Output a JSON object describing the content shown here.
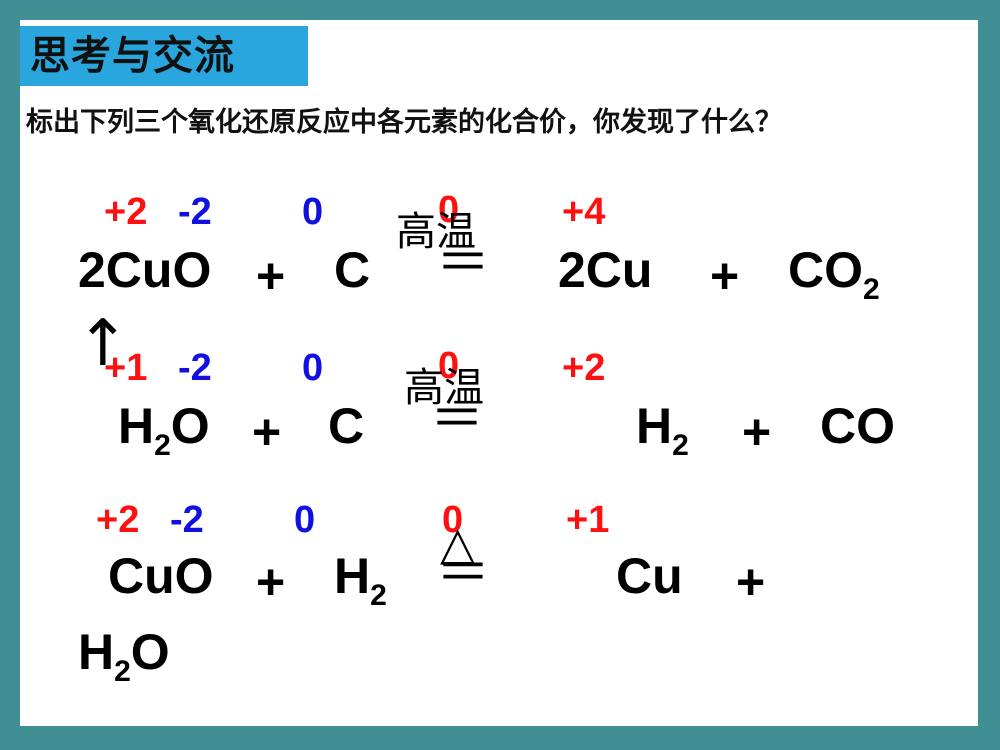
{
  "title": "思考与交流",
  "question": "标出下列三个氧化还原反应中各元素的化合价，你发现了什么？",
  "reactions": [
    {
      "valences": {
        "cu": "+2",
        "o": "-2",
        "c": "0",
        "product_cu": "0",
        "product_c": "+4"
      },
      "reactant1": "2CuO",
      "plus1": "+",
      "reactant2": "C",
      "condition": "高温",
      "equals": "＝",
      "product1": "2Cu",
      "plus2": "+",
      "product2_base": "CO",
      "product2_sub": "2",
      "gas_arrow": "↑"
    },
    {
      "valences": {
        "h": "+1",
        "o": "-2",
        "c": "0",
        "product_h": "0",
        "product_c": "+2"
      },
      "reactant1_base": "H",
      "reactant1_sub": "2",
      "reactant1_tail": "O",
      "plus1": "+",
      "reactant2": "C",
      "condition": "高温",
      "equals": "＝",
      "product1_base": "H",
      "product1_sub": "2",
      "plus2": "+",
      "product2": "CO"
    },
    {
      "valences": {
        "cu": "+2",
        "o": "-2",
        "h": "0",
        "product_cu": "0",
        "product_h": "+1"
      },
      "reactant1": "CuO",
      "plus1": "+",
      "reactant2_base": "H",
      "reactant2_sub": "2",
      "condition": "△",
      "equals": "＝",
      "product1": "Cu",
      "plus2": "+",
      "product2_base": "H",
      "product2_sub": "2",
      "product2_tail": "O"
    }
  ]
}
